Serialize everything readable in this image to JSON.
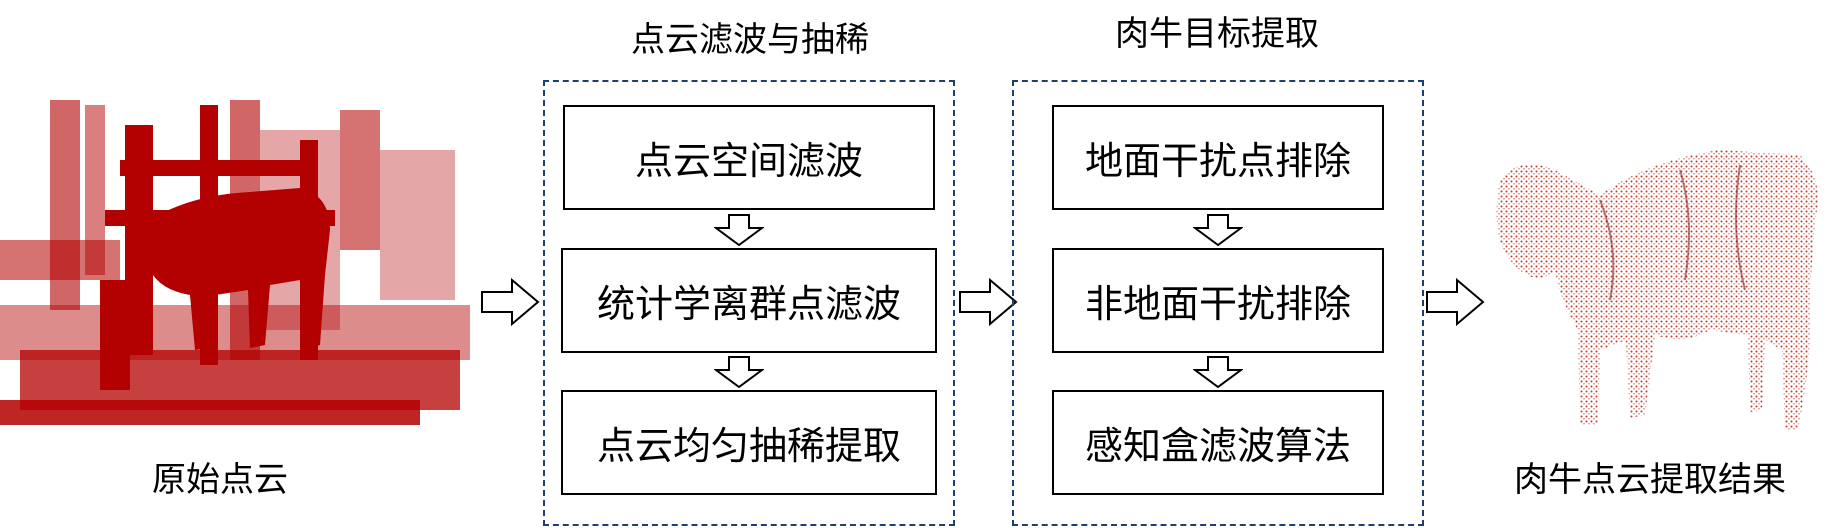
{
  "input_image": {
    "caption": "原始点云"
  },
  "output_image": {
    "caption": "肉牛点云提取结果"
  },
  "groups": [
    {
      "title": "点云滤波与抽稀",
      "steps": [
        "点云空间滤波",
        "统计学离群点滤波",
        "点云均匀抽稀提取"
      ]
    },
    {
      "title": "肉牛目标提取",
      "steps": [
        "地面干扰点排除",
        "非地面干扰排除",
        "感知盒滤波算法"
      ]
    }
  ],
  "colors": {
    "point_cloud": "#b30000",
    "dashed_border": "#1f3f73",
    "box_border": "#000000"
  },
  "icons": {
    "flow_arrow": "hollow-right-arrow",
    "step_arrow": "hollow-down-arrow"
  }
}
